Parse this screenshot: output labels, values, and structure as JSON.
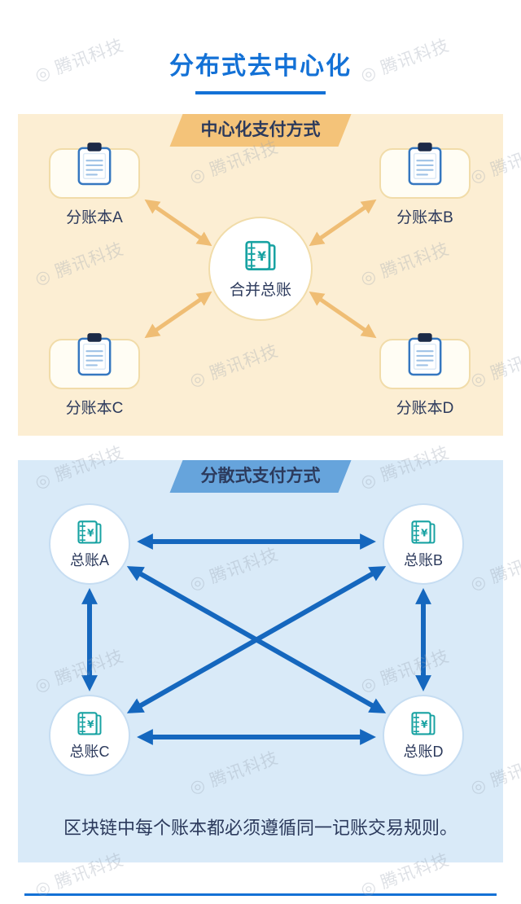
{
  "page": {
    "title": "分布式去中心化",
    "watermark_logo": "◎",
    "watermark_text": "腾讯科技",
    "rule_note": "区块链中每个账本都必须遵循同一记账交易规则。"
  },
  "icons": {
    "ledger_symbol": "¥"
  },
  "centralized": {
    "banner": "中心化支付方式",
    "center_label": "合并总账",
    "nodes": [
      {
        "id": "A",
        "label": "分账本A"
      },
      {
        "id": "B",
        "label": "分账本B"
      },
      {
        "id": "C",
        "label": "分账本C"
      },
      {
        "id": "D",
        "label": "分账本D"
      }
    ],
    "connections": [
      "分账本A-合并总账",
      "分账本B-合并总账",
      "分账本C-合并总账",
      "分账本D-合并总账"
    ]
  },
  "decentralized": {
    "banner": "分散式支付方式",
    "nodes": [
      {
        "id": "A",
        "label": "总账A"
      },
      {
        "id": "B",
        "label": "总账B"
      },
      {
        "id": "C",
        "label": "总账C"
      },
      {
        "id": "D",
        "label": "总账D"
      }
    ],
    "connections": [
      "总账A-总账B",
      "总账C-总账D",
      "总账A-总账C",
      "总账B-总账D",
      "总账A-总账D",
      "总账B-总账C"
    ]
  },
  "colors": {
    "title_blue": "#1371D6",
    "text_navy": "#2C3A5C",
    "panel_warm_bg": "#FCEED3",
    "banner_orange": "#F4C379",
    "arrow_orange": "#EFBD74",
    "card_border_warm": "#F1DCA9",
    "panel_blue_bg": "#D9EAF8",
    "banner_blue": "#66A4DC",
    "arrow_blue": "#1567BE",
    "circle_border_blue": "#C6DDF2",
    "ledger_teal": "#17A2A2",
    "clipboard_blue": "#3577C0",
    "clip_dark": "#1C2A47",
    "watermark_gray": "#98A2B0"
  }
}
